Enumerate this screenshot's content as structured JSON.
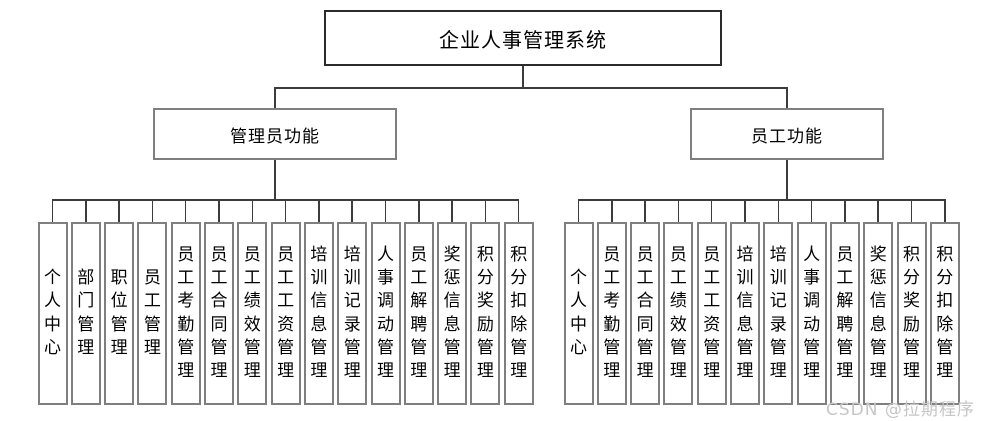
{
  "diagram": {
    "root": {
      "label": "企业人事管理系统"
    },
    "branches": [
      {
        "label": "管理员功能",
        "children": [
          "个人中心",
          "部门管理",
          "职位管理",
          "员工管理",
          "员工考勤管理",
          "员工合同管理",
          "员工绩效管理",
          "员工工资管理",
          "培训信息管理",
          "培训记录管理",
          "人事调动管理",
          "员工解聘管理",
          "奖惩信息管理",
          "积分奖励管理",
          "积分扣除管理"
        ]
      },
      {
        "label": "员工功能",
        "children": [
          "个人中心",
          "员工考勤管理",
          "员工合同管理",
          "员工绩效管理",
          "员工工资管理",
          "培训信息管理",
          "培训记录管理",
          "人事调动管理",
          "员工解聘管理",
          "奖惩信息管理",
          "积分奖励管理",
          "积分扣除管理"
        ]
      }
    ]
  },
  "watermark": {
    "text": "CSDN @拉期程序"
  },
  "colors": {
    "background": "#ffffff",
    "text": "#000000",
    "root_border": "#2b2b2b",
    "box_border": "#7f7f7f",
    "connector": "#3c3c3c",
    "watermark": "#c6c6c6"
  }
}
